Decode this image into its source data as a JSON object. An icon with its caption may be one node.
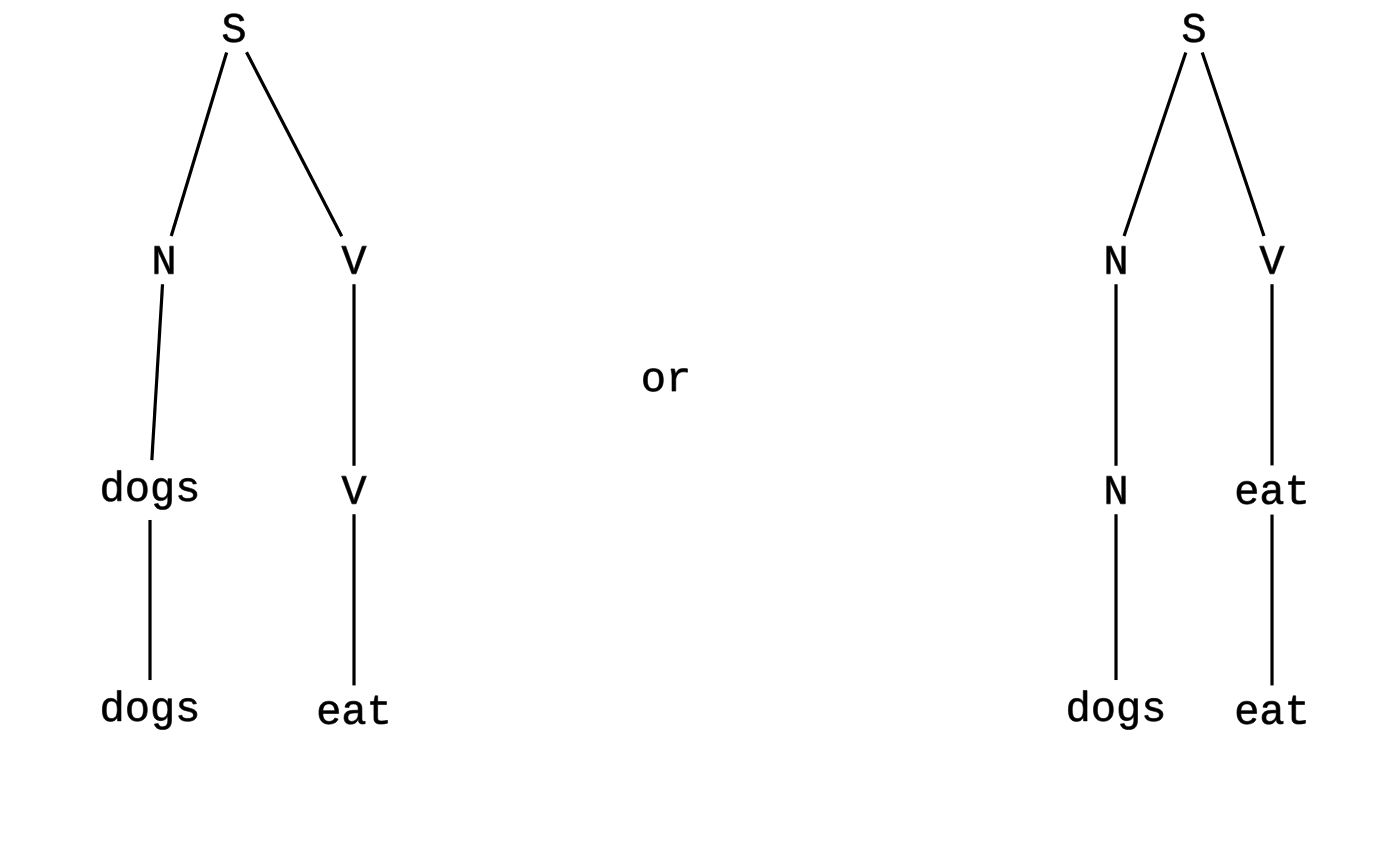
{
  "diagram": {
    "nodes": [
      {
        "text": [
          "S"
        ]
      },
      {
        "text": [
          "N"
        ]
      },
      {
        "text": [
          "V"
        ]
      },
      {
        "text": [
          "dogs"
        ]
      },
      {
        "text": [
          "V"
        ]
      },
      {
        "text": [
          "dogs"
        ]
      },
      {
        "text": [
          "eat"
        ]
      },
      {
        "text": [
          "S"
        ]
      },
      {
        "text": [
          "N"
        ]
      },
      {
        "text": [
          "V"
        ]
      },
      {
        "text": [
          "N"
        ]
      },
      {
        "text": [
          "eat"
        ]
      },
      {
        "text": [
          "dogs"
        ]
      },
      {
        "text": [
          "eat"
        ]
      }
    ],
    "edges": [
      {
        "from": 0,
        "to": 1,
        "arrow": "none"
      },
      {
        "from": 0,
        "to": 2,
        "arrow": "none"
      },
      {
        "from": 1,
        "to": 3,
        "arrow": "none"
      },
      {
        "from": 2,
        "to": 4,
        "arrow": "none"
      },
      {
        "from": 3,
        "to": 5,
        "arrow": "none"
      },
      {
        "from": 4,
        "to": 6,
        "arrow": "none"
      },
      {
        "from": 7,
        "to": 8,
        "arrow": "none"
      },
      {
        "from": 7,
        "to": 9,
        "arrow": "none"
      },
      {
        "from": 8,
        "to": 10,
        "arrow": "none"
      },
      {
        "from": 9,
        "to": 11,
        "arrow": "none"
      },
      {
        "from": 10,
        "to": 12,
        "arrow": "none"
      },
      {
        "from": 11,
        "to": 13,
        "arrow": "none"
      }
    ],
    "labels": [
      "or"
    ]
  }
}
